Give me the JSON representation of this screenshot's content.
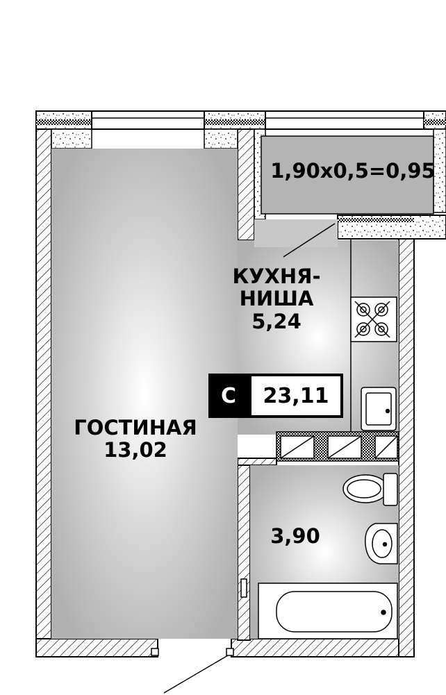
{
  "plan": {
    "balcony": {
      "area_label": "1,90x0,5=0,95"
    },
    "kitchen": {
      "name_line1": "КУХНЯ-",
      "name_line2": "НИША",
      "area": "5,24"
    },
    "living_room": {
      "name": "ГОСТИНАЯ",
      "area": "13,02"
    },
    "bathroom": {
      "area": "3,90"
    },
    "apartment": {
      "type": "С",
      "total_area": "23,11"
    }
  },
  "colors": {
    "room_fill": "#b4b4b4",
    "room_center": "#ffffff",
    "wall": "#ffffff",
    "outline": "#000000"
  }
}
